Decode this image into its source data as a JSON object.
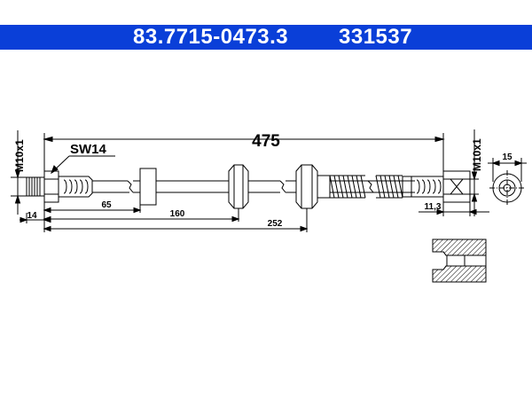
{
  "header": {
    "part_number": "83.7715-0473.3",
    "reference": "331537"
  },
  "labels": {
    "total_length": "475",
    "wrench_size": "SW14",
    "left_thread": "M10x1",
    "right_thread": "M10x1",
    "dim_14": "14",
    "dim_65": "65",
    "dim_160": "160",
    "dim_252": "252",
    "dim_11_3": "11,3",
    "dim_15": "15"
  },
  "colors": {
    "header_bg": "#0a3fd8",
    "header_text": "#ffffff",
    "line": "#000000"
  }
}
